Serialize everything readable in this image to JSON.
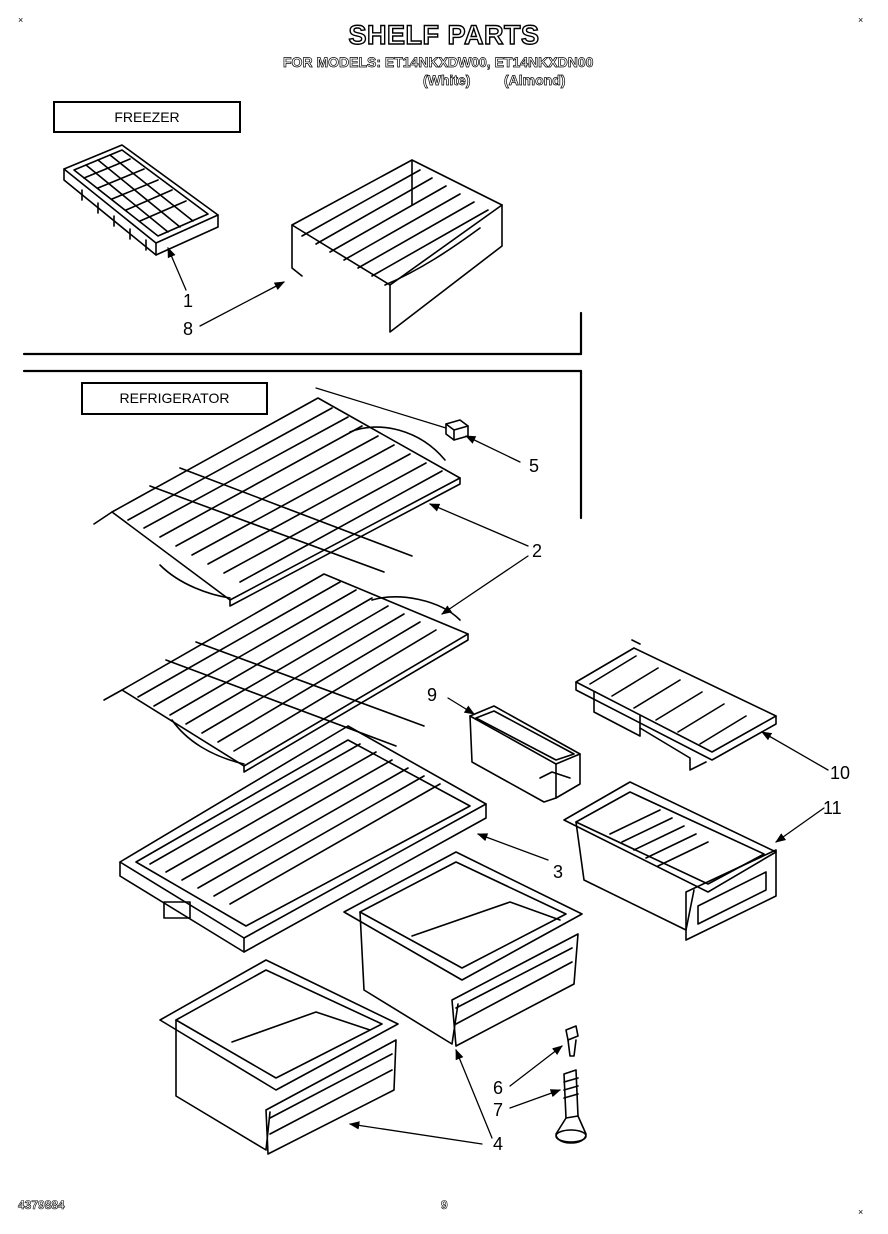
{
  "header": {
    "title": "SHELF PARTS",
    "models_line": "FOR MODELS: ET14NKXDW00, ET14NKXDN00",
    "color_white": "(White)",
    "color_almond": "(Almond)"
  },
  "sections": {
    "freezer": "FREEZER",
    "refrigerator": "REFRIGERATOR"
  },
  "callouts": [
    "1",
    "8",
    "5",
    "2",
    "9",
    "10",
    "11",
    "3",
    "6",
    "7",
    "4"
  ],
  "footer": {
    "doc_number": "4379884",
    "page_number": "9"
  }
}
